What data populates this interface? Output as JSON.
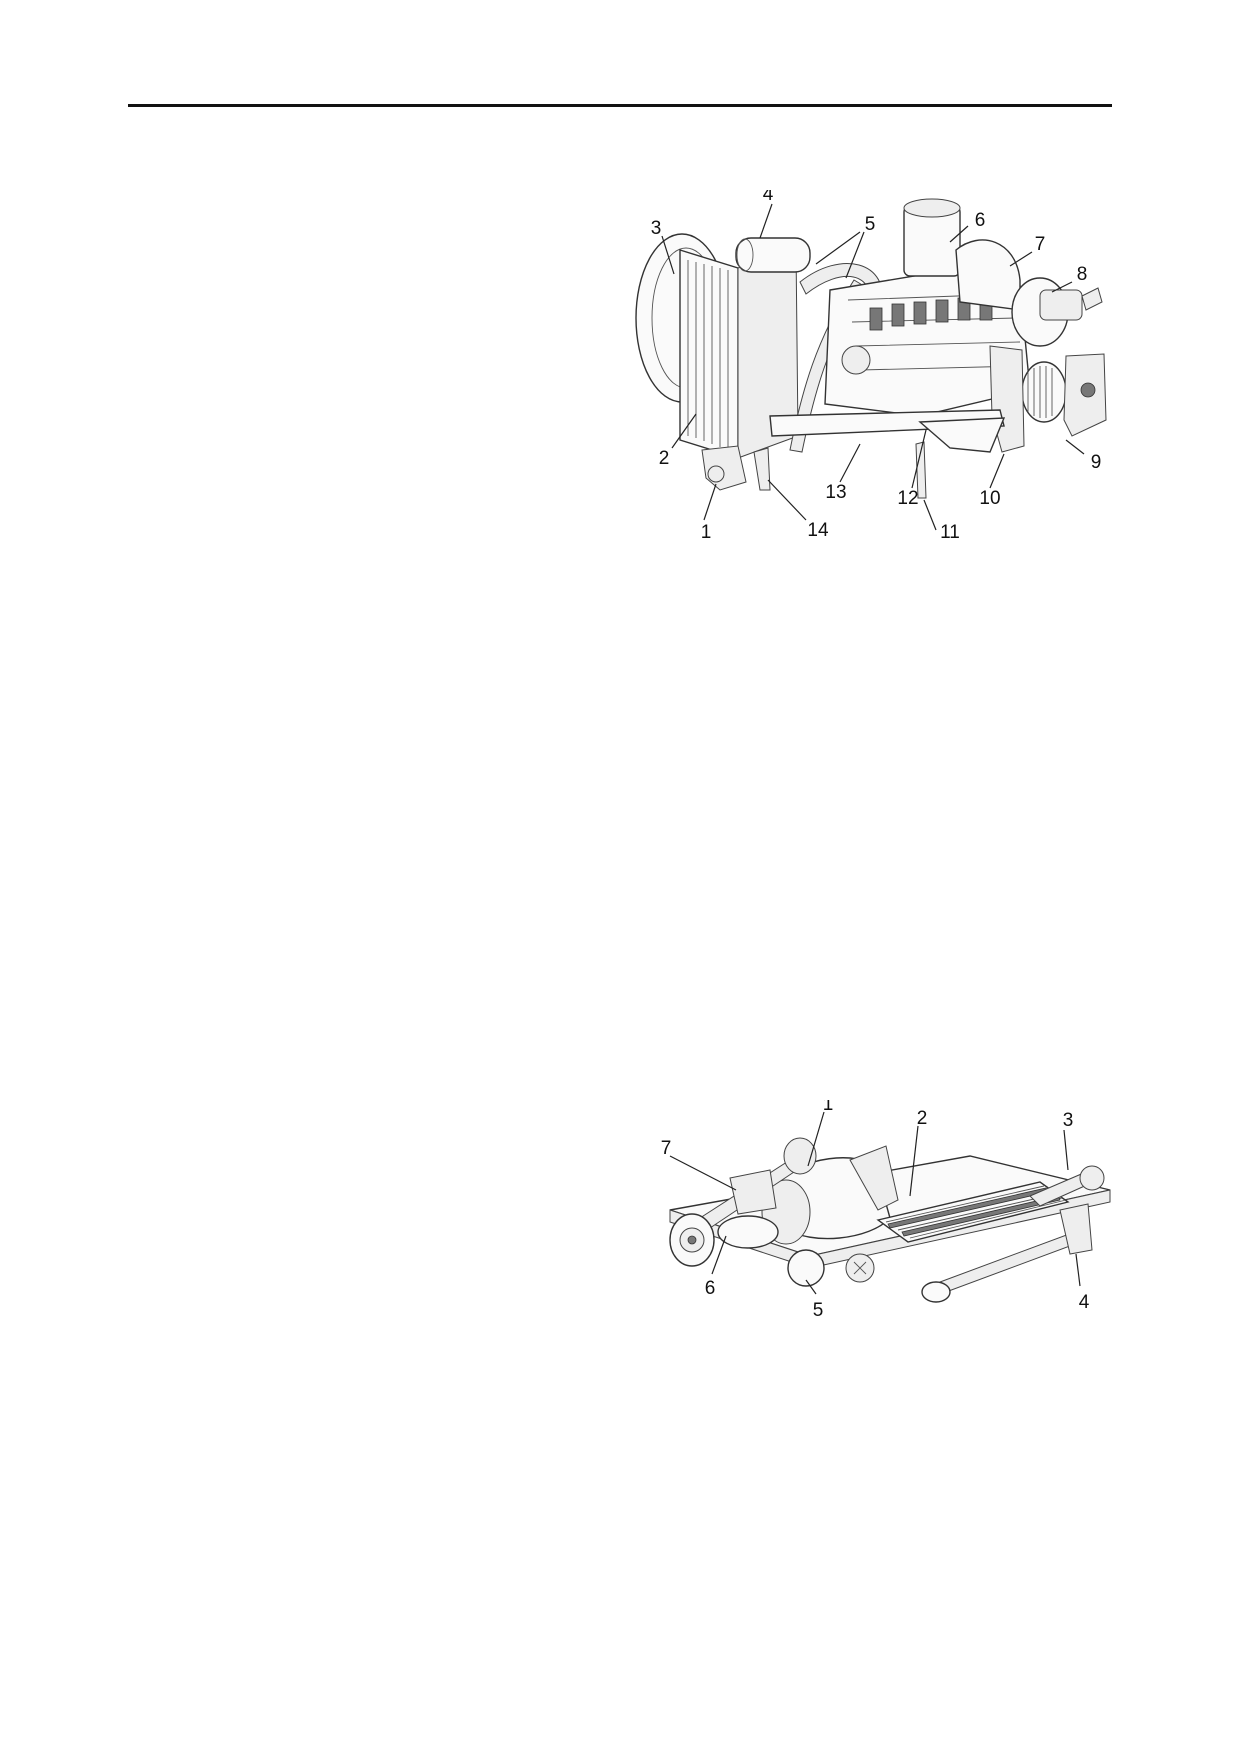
{
  "figures": [
    {
      "callouts": [
        "4",
        "3",
        "5",
        "6",
        "7",
        "8",
        "2",
        "9",
        "13",
        "12",
        "10",
        "1",
        "14",
        "11"
      ]
    },
    {
      "callouts": [
        "1",
        "2",
        "3",
        "7",
        "6",
        "5",
        "4"
      ]
    }
  ]
}
